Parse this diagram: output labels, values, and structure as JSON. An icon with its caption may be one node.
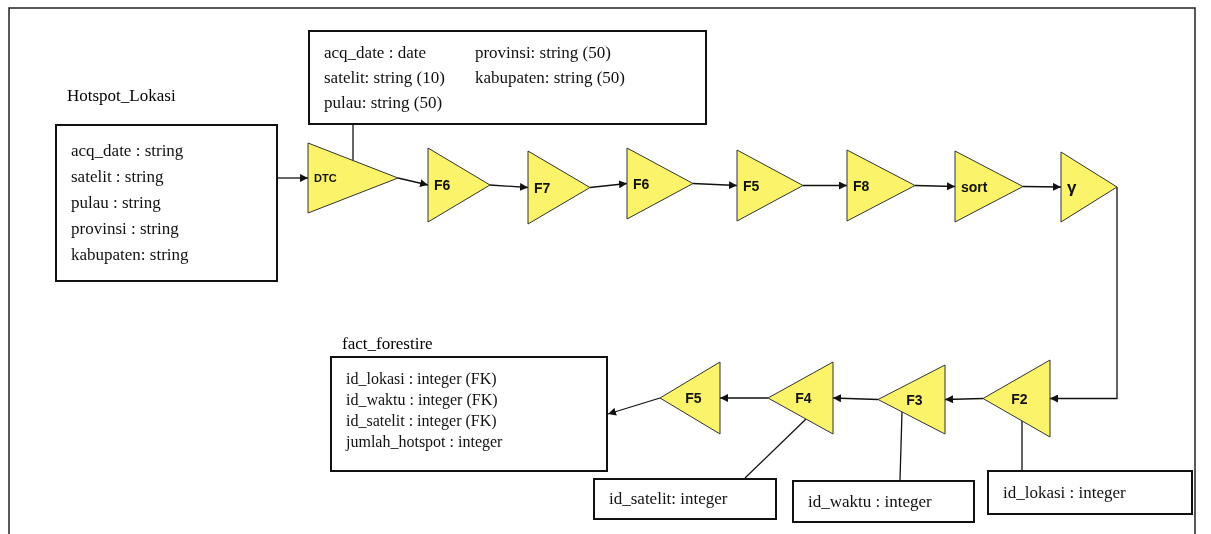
{
  "diagram": {
    "nodes": [
      {
        "text": [
          "Hotspot_Lokasi",
          "acq_date : string",
          "satelit : string",
          "pulau : string",
          "provinsi : string",
          "kabupaten: string"
        ]
      },
      {
        "text": [
          "acq_date : date",
          "provinsi: string (50)",
          "satelit: string (10)",
          "kabupaten: string (50)",
          "pulau: string (50)"
        ]
      },
      {
        "text": [
          "DTC"
        ]
      },
      {
        "text": [
          "F6"
        ]
      },
      {
        "text": [
          "F7"
        ]
      },
      {
        "text": [
          "F6"
        ]
      },
      {
        "text": [
          "F5"
        ]
      },
      {
        "text": [
          "F8"
        ]
      },
      {
        "text": [
          "sort"
        ]
      },
      {
        "text": [
          "γ"
        ]
      },
      {
        "text": [
          "fact_forestire",
          "id_lokasi : integer (FK)",
          "id_waktu : integer (FK)",
          "id_satelit : integer (FK)",
          "jumlah_hotspot : integer"
        ]
      },
      {
        "text": [
          "F5"
        ]
      },
      {
        "text": [
          "F4"
        ]
      },
      {
        "text": [
          "F3"
        ]
      },
      {
        "text": [
          "F2"
        ]
      },
      {
        "text": [
          "id_satelit: integer"
        ]
      },
      {
        "text": [
          "id_waktu : integer"
        ]
      },
      {
        "text": [
          "id_lokasi : integer"
        ]
      }
    ],
    "edges": [
      {
        "from": 0,
        "to": 2,
        "arrow": "to"
      },
      {
        "from": 1,
        "to": 2,
        "arrow": "none"
      },
      {
        "from": 2,
        "to": 3,
        "arrow": "to"
      },
      {
        "from": 3,
        "to": 4,
        "arrow": "to"
      },
      {
        "from": 4,
        "to": 5,
        "arrow": "to"
      },
      {
        "from": 5,
        "to": 6,
        "arrow": "to"
      },
      {
        "from": 6,
        "to": 7,
        "arrow": "to"
      },
      {
        "from": 7,
        "to": 8,
        "arrow": "to"
      },
      {
        "from": 8,
        "to": 9,
        "arrow": "to"
      },
      {
        "from": 9,
        "to": 14,
        "arrow": "to"
      },
      {
        "from": 14,
        "to": 13,
        "arrow": "to"
      },
      {
        "from": 13,
        "to": 12,
        "arrow": "to"
      },
      {
        "from": 12,
        "to": 11,
        "arrow": "to"
      },
      {
        "from": 11,
        "to": 10,
        "arrow": "to"
      },
      {
        "from": 17,
        "to": 14,
        "arrow": "none"
      },
      {
        "from": 16,
        "to": 13,
        "arrow": "none"
      },
      {
        "from": 15,
        "to": 12,
        "arrow": "none"
      }
    ]
  }
}
